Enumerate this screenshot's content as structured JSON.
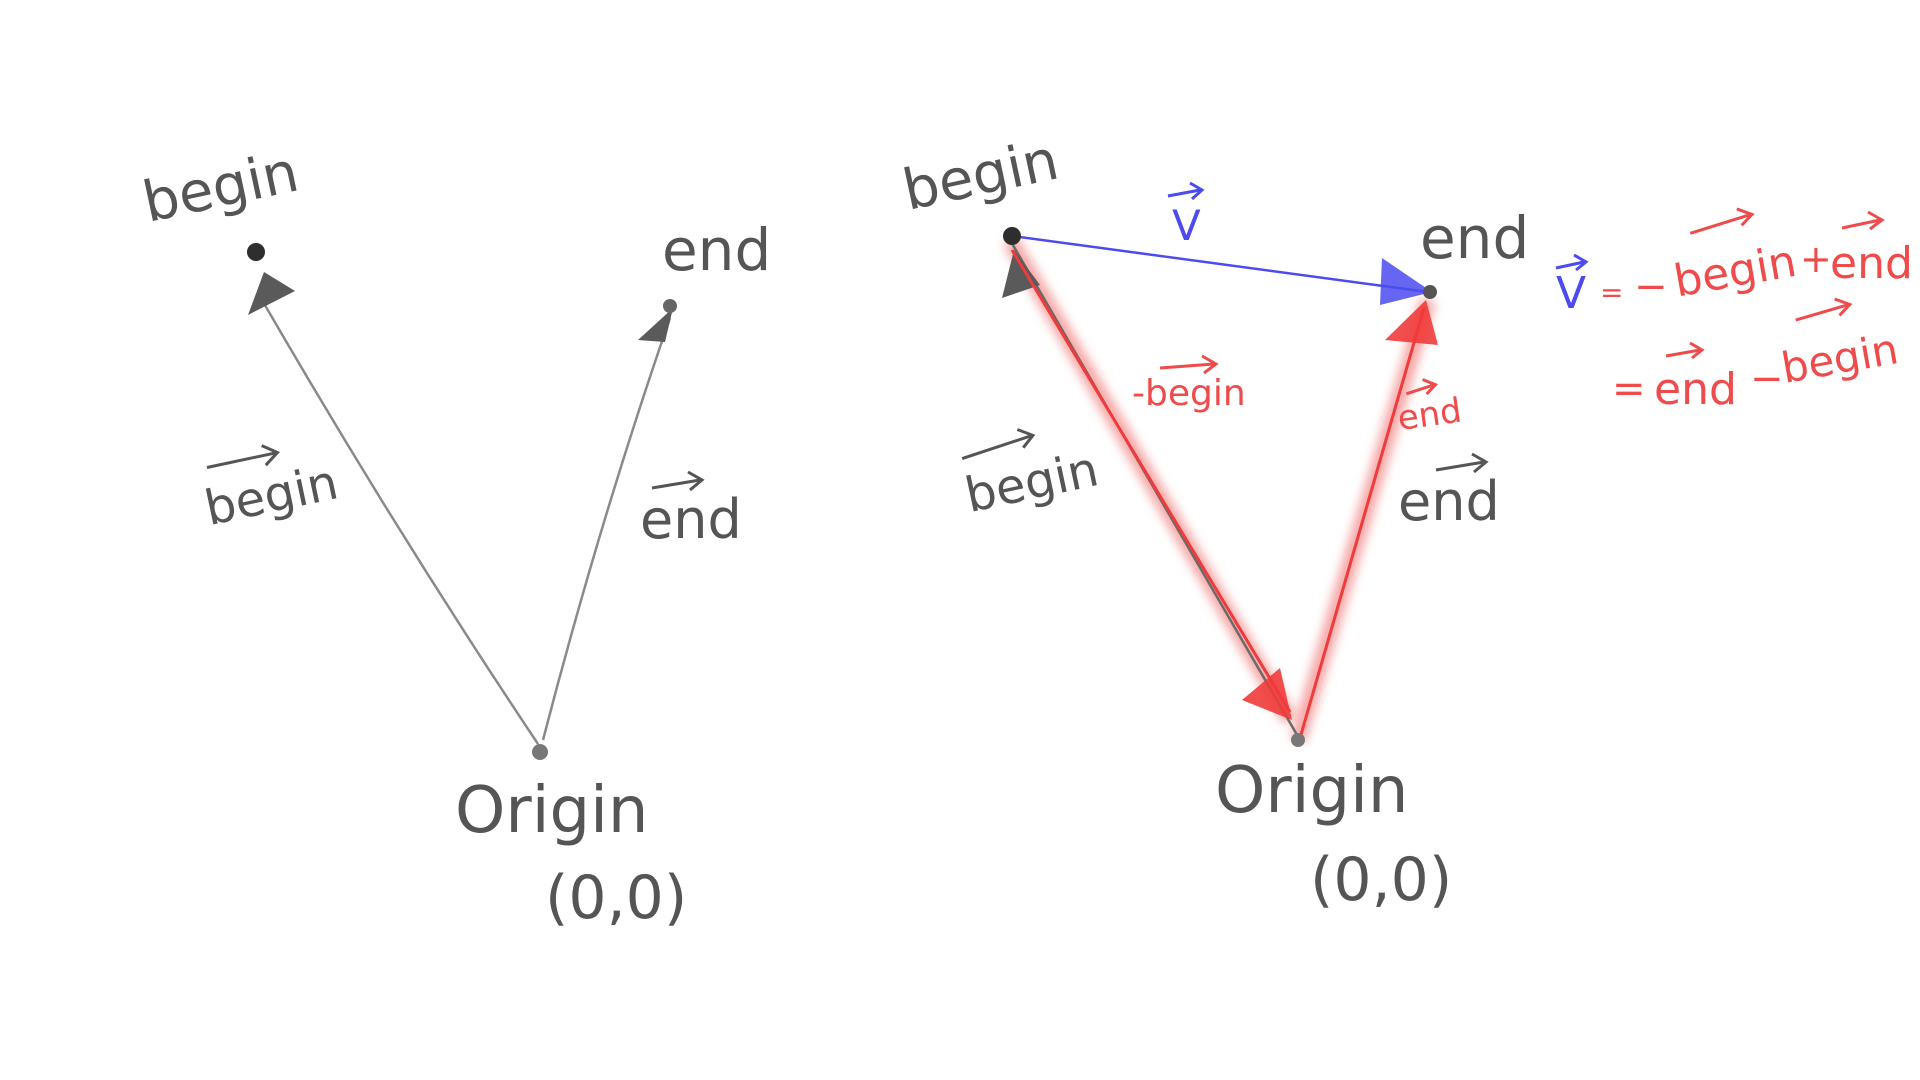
{
  "colors": {
    "ink": "#555555",
    "ink_dark": "#333333",
    "blue": "#4b4bf0",
    "red": "#ef3b3b",
    "red_glow": "#f7a6a6",
    "background": "#ffffff"
  },
  "left_diagram": {
    "begin_point_label": "begin",
    "end_point_label": "end",
    "origin_label": "Origin",
    "origin_coords": "(0,0)",
    "begin_vector_label": "begin",
    "end_vector_label": "end"
  },
  "right_diagram": {
    "begin_point_label": "begin",
    "end_point_label": "end",
    "origin_label": "Origin",
    "origin_coords": "(0,0)",
    "begin_vector_label": "begin",
    "end_vector_label": "end",
    "v_vector_label": "V",
    "neg_begin_label": "-begin",
    "red_end_label": "end"
  },
  "equation": {
    "line1_lhs": "V",
    "line1_eq": "=",
    "line1_rhs_minus": "−",
    "line1_rhs_begin": "begin",
    "line1_rhs_plus": "+",
    "line1_rhs_end": "end",
    "line2_eq": "=",
    "line2_end": "end",
    "line2_minus": "−",
    "line2_begin": "begin"
  }
}
